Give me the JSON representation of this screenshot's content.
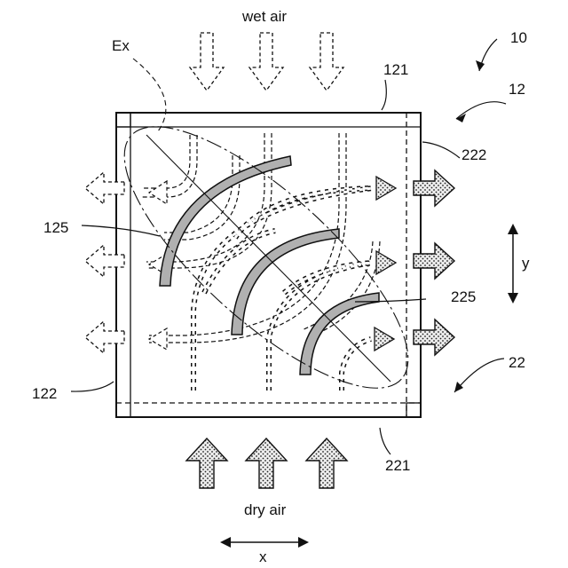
{
  "labels": {
    "wet_air": "wet air",
    "dry_air": "dry air",
    "ex": "Ex",
    "ref_10": "10",
    "ref_12": "12",
    "ref_121": "121",
    "ref_122": "122",
    "ref_125": "125",
    "ref_22": "22",
    "ref_221": "221",
    "ref_222": "222",
    "ref_225": "225",
    "axis_x": "x",
    "axis_y": "y"
  },
  "colors": {
    "stroke": "#111111",
    "fill_gray": "#b0b0b0",
    "dot_fill": "#e8e8e8"
  },
  "icons": {
    "wet_air_arrows": "dashed-hollow-down-arrow",
    "dry_air_arrows": "dotted-up-arrow",
    "right_outlet_arrows": "dotted-right-arrow",
    "left_outlet_arrows": "dashed-hollow-left-arrow"
  }
}
